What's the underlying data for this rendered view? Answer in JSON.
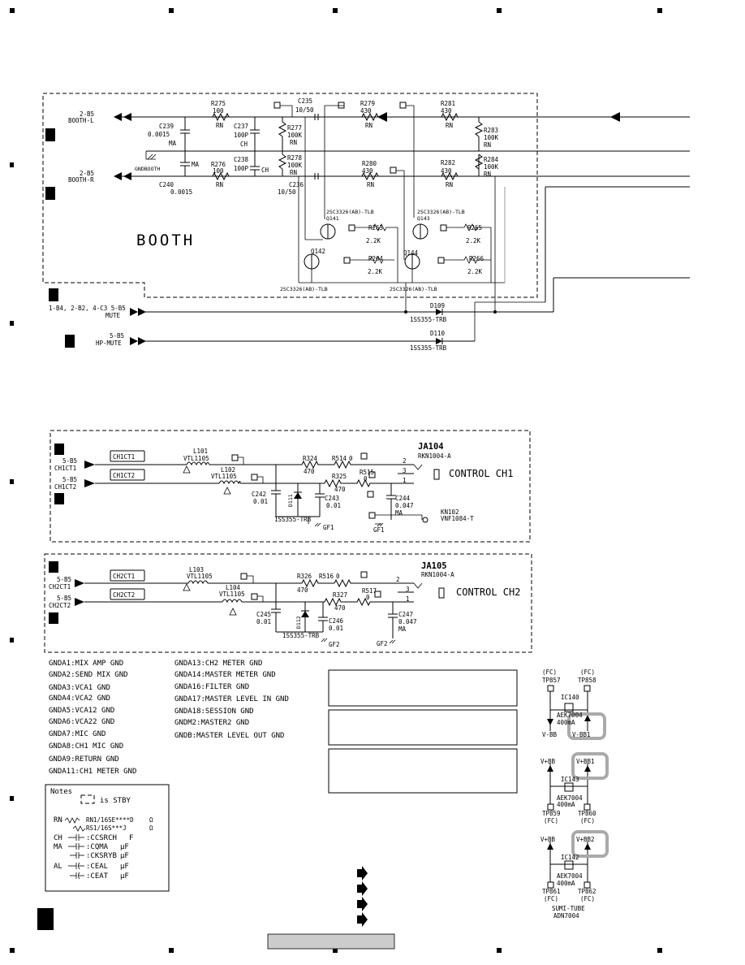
{
  "booth": {
    "title": "BOOTH",
    "ports": {
      "booth_l_ref": "2-B5",
      "booth_l": "BOOTH-L",
      "booth_r_ref": "2-B5",
      "booth_r": "BOOTH-R",
      "gndbooth": "GNDBOOTH",
      "mute_ref": "1-B4, 2-B2, 4-C3  5-B5",
      "mute": "MUTE",
      "hpmute_ref": "5-B5",
      "hpmute": "HP-MUTE"
    },
    "parts": {
      "r275": "R275",
      "r275v": "100",
      "r275t": "RN",
      "c239": "C239",
      "c239v": "0.0015",
      "c239t": "MA",
      "c237": "C237",
      "c237v": "100P",
      "c237t": "CH",
      "c235": "C235",
      "c235v": "10/50",
      "r277": "R277",
      "r277v": "100K",
      "r277t": "RN",
      "r279": "R279",
      "r279v": "430",
      "r279t": "RN",
      "r281": "R281",
      "r281v": "430",
      "r281t": "RN",
      "r283": "R283",
      "r283v": "100K",
      "r283t": "RN",
      "ma": "MA",
      "r276": "R276",
      "r276v": "100",
      "r276t": "RN",
      "c238": "C238",
      "c238v": "100P",
      "c238t": "CH",
      "r278": "R278",
      "r278v": "100K",
      "r278t": "RN",
      "r280": "R280",
      "r280v": "430",
      "r280t": "RN",
      "r282": "R282",
      "r282v": "430",
      "r282t": "RN",
      "r284": "R284",
      "r284v": "100K",
      "r284t": "RN",
      "c240": "C240",
      "c240v": "0.0015",
      "c236": "C236",
      "c236v": "10/50",
      "q141t": "2SC3326(AB)-TLB",
      "q141": "Q141",
      "q143t": "2SC3326(AB)-TLB",
      "q143": "Q143",
      "r263": "R263",
      "r263v": "2.2K",
      "r265": "R265",
      "r265v": "2.2K",
      "q142": "Q142",
      "q144": "Q144",
      "r264": "R264",
      "r264v": "2.2K",
      "r266": "R266",
      "r266v": "2.2K",
      "q142t": "2SC3326(AB)-TLB",
      "q144t": "2SC3326(AB)-TLB",
      "d109": "D109",
      "d109t": "1SS355-TRB",
      "d110": "D110",
      "d110t": "1SS355-TRB"
    }
  },
  "ch1": {
    "ref1": "5-B5",
    "net1": "CH1CT1",
    "ref2": "5-B5",
    "net2": "CH1CT2",
    "box1": "CH1CT1",
    "box2": "CH1CT2",
    "l101": "L101",
    "l101v": "VTL1105",
    "l102": "L102",
    "l102v": "VTL1105",
    "r324": "R324",
    "r324v": "470",
    "r514": "R514",
    "r514v": "0",
    "r325": "R325",
    "r325v": "470",
    "r515": "R515",
    "r515v": "0",
    "c242": "C242",
    "c242v": "0.01",
    "d111": "D111",
    "c243": "C243",
    "c243v": "0.01",
    "c244": "C244",
    "c244v": "0.047",
    "c244t": "MA",
    "d111t": "1SS355-TRB",
    "gf1": "GF1",
    "gf1b": "GF1",
    "kn": "KN102",
    "knt": "VNF1084-T",
    "ja": "JA104",
    "jat": "RKN1004-A",
    "p1": "1",
    "p2": "2",
    "p3": "3",
    "label": "CONTROL CH1"
  },
  "ch2": {
    "ref1": "5-B5",
    "net1": "CH2CT1",
    "ref2": "5-B5",
    "net2": "CH2CT2",
    "box1": "CH2CT1",
    "box2": "CH2CT2",
    "l103": "L103",
    "l103v": "VTL1105",
    "l104": "L104",
    "l104v": "VTL1105",
    "r326": "R326",
    "r326v": "470",
    "r516": "R516",
    "r516v": "0",
    "r327": "R327",
    "r327v": "470",
    "r517": "R517",
    "r517v": "0",
    "c245": "C245",
    "c245v": "0.01",
    "d112": "D112",
    "c246": "C246",
    "c246v": "0.01",
    "c247": "C247",
    "c247v": "0.047",
    "c247t": "MA",
    "d112t": "1SS355-TRB",
    "gf2": "GF2",
    "gf2b": "GF2",
    "ja": "JA105",
    "jat": "RKN1004-A",
    "p1": "1",
    "p2": "2",
    "p3": "3",
    "label": "CONTROL CH2"
  },
  "gnd_left": [
    "GNDA1:MIX AMP GND",
    "GNDA2:SEND MIX GND",
    "GNDA3:VCA1 GND",
    "GNDA4:VCA2 GND",
    "GNDA5:VCA12 GND",
    "GNDA6:VCA22 GND",
    "GNDA7:MIC GND",
    "GNDA8:CH1 MIC GND",
    "GNDA9:RETURN GND",
    "GNDA11:CH1 METER GND"
  ],
  "gnd_right": [
    "GNDA13:CH2 METER GND",
    "GNDA14:MASTER METER GND",
    "GNDA16:FILTER GND",
    "GNDA17:MASTER LEVEL IN GND",
    "GNDA18:SESSION GND",
    "GNDM2:MASTER2 GND",
    "GNDB:MASTER LEVEL OUT GND"
  ],
  "notes": {
    "title": "Notes",
    "stby": "is STBY",
    "rows": [
      {
        "k": "RN",
        "v": "RN1/16SE****D",
        "u": "Ω"
      },
      {
        "k": "",
        "v": "RS1/16S***J",
        "u": "Ω"
      },
      {
        "k": "CH",
        "v": ":CCSRCH",
        "u": "F"
      },
      {
        "k": "MA",
        "v": ":CQMA",
        "u": "μF"
      },
      {
        "k": "",
        "v": ":CKSRYB",
        "u": "μF"
      },
      {
        "k": "AL",
        "v": ":CEAL",
        "u": "μF"
      },
      {
        "k": "",
        "v": ":CEAT",
        "u": "μF"
      }
    ]
  },
  "regs": {
    "ic140": "IC140",
    "ic140p": "AEK7004",
    "ic140c": "400mA",
    "tp857": "TP857",
    "tp858": "TP858",
    "fc1": "(FC)",
    "fc2": "(FC)",
    "vbb": "V-BB",
    "vbb1": "V-BB1",
    "vbb_top": "V+BB",
    "vbb1p": "V+BB1",
    "ic143": "IC143",
    "ic143p": "AEK7004",
    "ic143c": "400mA",
    "tp859": "TP859",
    "tp860": "TP860",
    "fc3": "(FC)",
    "fc4": "(FC)",
    "vbb_mid": "V+BB",
    "vbb2p": "V+BB2",
    "ic142": "IC142",
    "ic142p": "AEK7004",
    "ic142c": "400mA",
    "tp861": "TP861",
    "tp862": "TP862",
    "fc5": "(FC)",
    "fc6": "(FC)",
    "sumi": "SUMI-TUBE",
    "sumip": "ADN7004"
  }
}
